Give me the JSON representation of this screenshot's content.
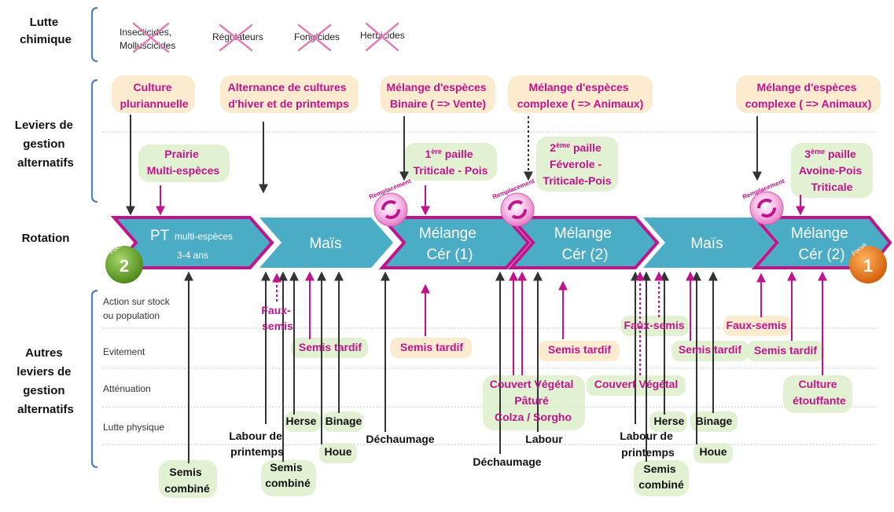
{
  "sections": {
    "lutte_chimique": [
      "Lutte",
      "chimique"
    ],
    "leviers": [
      "Leviers de",
      "gestion",
      "alternatifs"
    ],
    "rotation": "Rotation",
    "autres": [
      "Autres",
      "leviers de",
      "gestion",
      "alternatifs"
    ]
  },
  "chemical": {
    "insecticides": [
      "Insecticides,",
      "Molluscicides"
    ],
    "regulateurs": "Régulateurs",
    "fongicides": "Fongicides",
    "herbicides": "Herbicides"
  },
  "levers_top": {
    "culture_plur": [
      "Culture",
      "pluriannuelle"
    ],
    "alternance": [
      "Alternance de cultures",
      "d'hiver et de printemps"
    ],
    "melange_binaire": [
      "Mélange d'espèces",
      "Binaire ( => Vente)"
    ],
    "melange_complexe1": [
      "Mélange d'espèces",
      "complexe ( => Animaux)"
    ],
    "melange_complexe2": [
      "Mélange d'espèces",
      "complexe ( => Animaux)"
    ]
  },
  "levers_mid": {
    "prairie": [
      "Prairie",
      "Multi-espèces"
    ],
    "paille1": {
      "num": "1",
      "sup": "ère",
      "rest": " paille",
      "line2": "Triticale - Pois"
    },
    "paille2": {
      "num": "2",
      "sup": "ème",
      "rest": " paille",
      "line2": "Féverole -",
      "line3": "Triticale-Pois"
    },
    "paille3": {
      "num": "3",
      "sup": "ème",
      "rest": " paille",
      "line2": "Avoine-Pois",
      "line3": "Triticale"
    }
  },
  "replacement_label": "Remplacement",
  "focus_label": "Focus",
  "focus_numbers": [
    "2",
    "1"
  ],
  "rotation": {
    "crop1_main": "PT",
    "crop1_small": "multi-espèces",
    "crop1_sub": "3-4 ans",
    "crop2": "Maïs",
    "crop3": [
      "Mélange",
      "Cér (1)"
    ],
    "crop4": [
      "Mélange",
      "Cér (2)"
    ],
    "crop5": "Maïs",
    "crop6": [
      "Mélange",
      "Cér (2)"
    ]
  },
  "categories": {
    "action": [
      "Action sur stock",
      "ou population"
    ],
    "evitement": "Evitement",
    "attenuation": "Atténuation",
    "lutte_physique": "Lutte physique"
  },
  "bottom": {
    "semis_combine_1": [
      "Semis",
      "combiné"
    ],
    "faux_semis_1": [
      "Faux-",
      "semis"
    ],
    "semis_tardif_1": "Semis tardif",
    "labour_printemps_1": [
      "Labour de",
      "printemps"
    ],
    "semis_combine_2": [
      "Semis",
      "combiné"
    ],
    "herse_1": "Herse",
    "binage_1": "Binage",
    "houe_1": "Houe",
    "dechaumage_1": "Déchaumage",
    "semis_tardif_2": "Semis tardif",
    "couvert_1": [
      "Couvert Végétal",
      "Pâturé",
      "Colza / Sorgho"
    ],
    "dechaumage_2": "Déchaumage",
    "labour_1": "Labour",
    "semis_tardif_3": "Semis tardif",
    "faux_semis_2": "Faux-semis",
    "couvert_2": "Couvert Végétal",
    "semis_tardif_4": "Semis tardif",
    "labour_printemps_2": [
      "Labour de",
      "printemps"
    ],
    "semis_combine_3": [
      "Semis",
      "combiné"
    ],
    "herse_2": "Herse",
    "binage_2": "Binage",
    "houe_2": "Houe",
    "faux_semis_3": "Faux-semis",
    "semis_tardif_5": "Semis tardif",
    "culture_etouffante": [
      "Culture",
      "étouffante"
    ]
  },
  "colors": {
    "magenta": "#c0148c",
    "chevron_fill": "#4bacc6",
    "chevron_stroke": "#c0148c",
    "bracket": "#4f81bd",
    "focus_green": "#6aaa2a",
    "focus_orange": "#e8761c"
  }
}
